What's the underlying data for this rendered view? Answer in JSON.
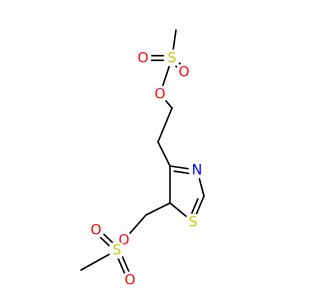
{
  "molecule": {
    "atoms": [
      {
        "id": "S1",
        "symbol": "S",
        "label": "S",
        "color": "#CCCC00"
      },
      {
        "id": "O1",
        "symbol": "O",
        "label": "O",
        "color": "#FF0000"
      },
      {
        "id": "O2",
        "symbol": "O",
        "label": "O",
        "color": "#FF0000"
      },
      {
        "id": "O3",
        "symbol": "O",
        "label": "O",
        "color": "#FF0000"
      },
      {
        "id": "C1",
        "symbol": "C",
        "label": ""
      },
      {
        "id": "C2",
        "symbol": "C",
        "label": ""
      },
      {
        "id": "C3",
        "symbol": "C",
        "label": ""
      },
      {
        "id": "C4",
        "symbol": "C",
        "label": ""
      },
      {
        "id": "N1",
        "symbol": "N",
        "label": "N",
        "color": "#0000FF"
      },
      {
        "id": "C5",
        "symbol": "C",
        "label": ""
      },
      {
        "id": "S2",
        "symbol": "S",
        "label": "S",
        "color": "#CCCC00"
      },
      {
        "id": "C6",
        "symbol": "C",
        "label": ""
      },
      {
        "id": "C7",
        "symbol": "C",
        "label": ""
      },
      {
        "id": "O4",
        "symbol": "O",
        "label": "O",
        "color": "#FF0000"
      },
      {
        "id": "S3",
        "symbol": "S",
        "label": "S",
        "color": "#CCCC00"
      },
      {
        "id": "O5",
        "symbol": "O",
        "label": "O",
        "color": "#FF0000"
      },
      {
        "id": "O6",
        "symbol": "O",
        "label": "O",
        "color": "#FF0000"
      },
      {
        "id": "C8",
        "symbol": "C",
        "label": ""
      }
    ],
    "bonds": [
      {
        "a": "C1",
        "b": "S1",
        "order": 1
      },
      {
        "a": "S1",
        "b": "O1",
        "order": 2
      },
      {
        "a": "S1",
        "b": "O2",
        "order": 2
      },
      {
        "a": "S1",
        "b": "O3",
        "order": 1
      },
      {
        "a": "O3",
        "b": "C2",
        "order": 1
      },
      {
        "a": "C2",
        "b": "C3",
        "order": 1
      },
      {
        "a": "C3",
        "b": "C4",
        "order": 1
      },
      {
        "a": "C4",
        "b": "N1",
        "order": 2
      },
      {
        "a": "N1",
        "b": "C5",
        "order": 1
      },
      {
        "a": "C5",
        "b": "S2",
        "order": 2
      },
      {
        "a": "S2",
        "b": "C6",
        "order": 1
      },
      {
        "a": "C6",
        "b": "C4",
        "order": 1
      },
      {
        "a": "C6",
        "b": "C7",
        "order": 1
      },
      {
        "a": "C7",
        "b": "O4",
        "order": 1
      },
      {
        "a": "O4",
        "b": "S3",
        "order": 1
      },
      {
        "a": "S3",
        "b": "O5",
        "order": 2
      },
      {
        "a": "S3",
        "b": "O6",
        "order": 2
      },
      {
        "a": "S3",
        "b": "C8",
        "order": 1
      }
    ]
  }
}
